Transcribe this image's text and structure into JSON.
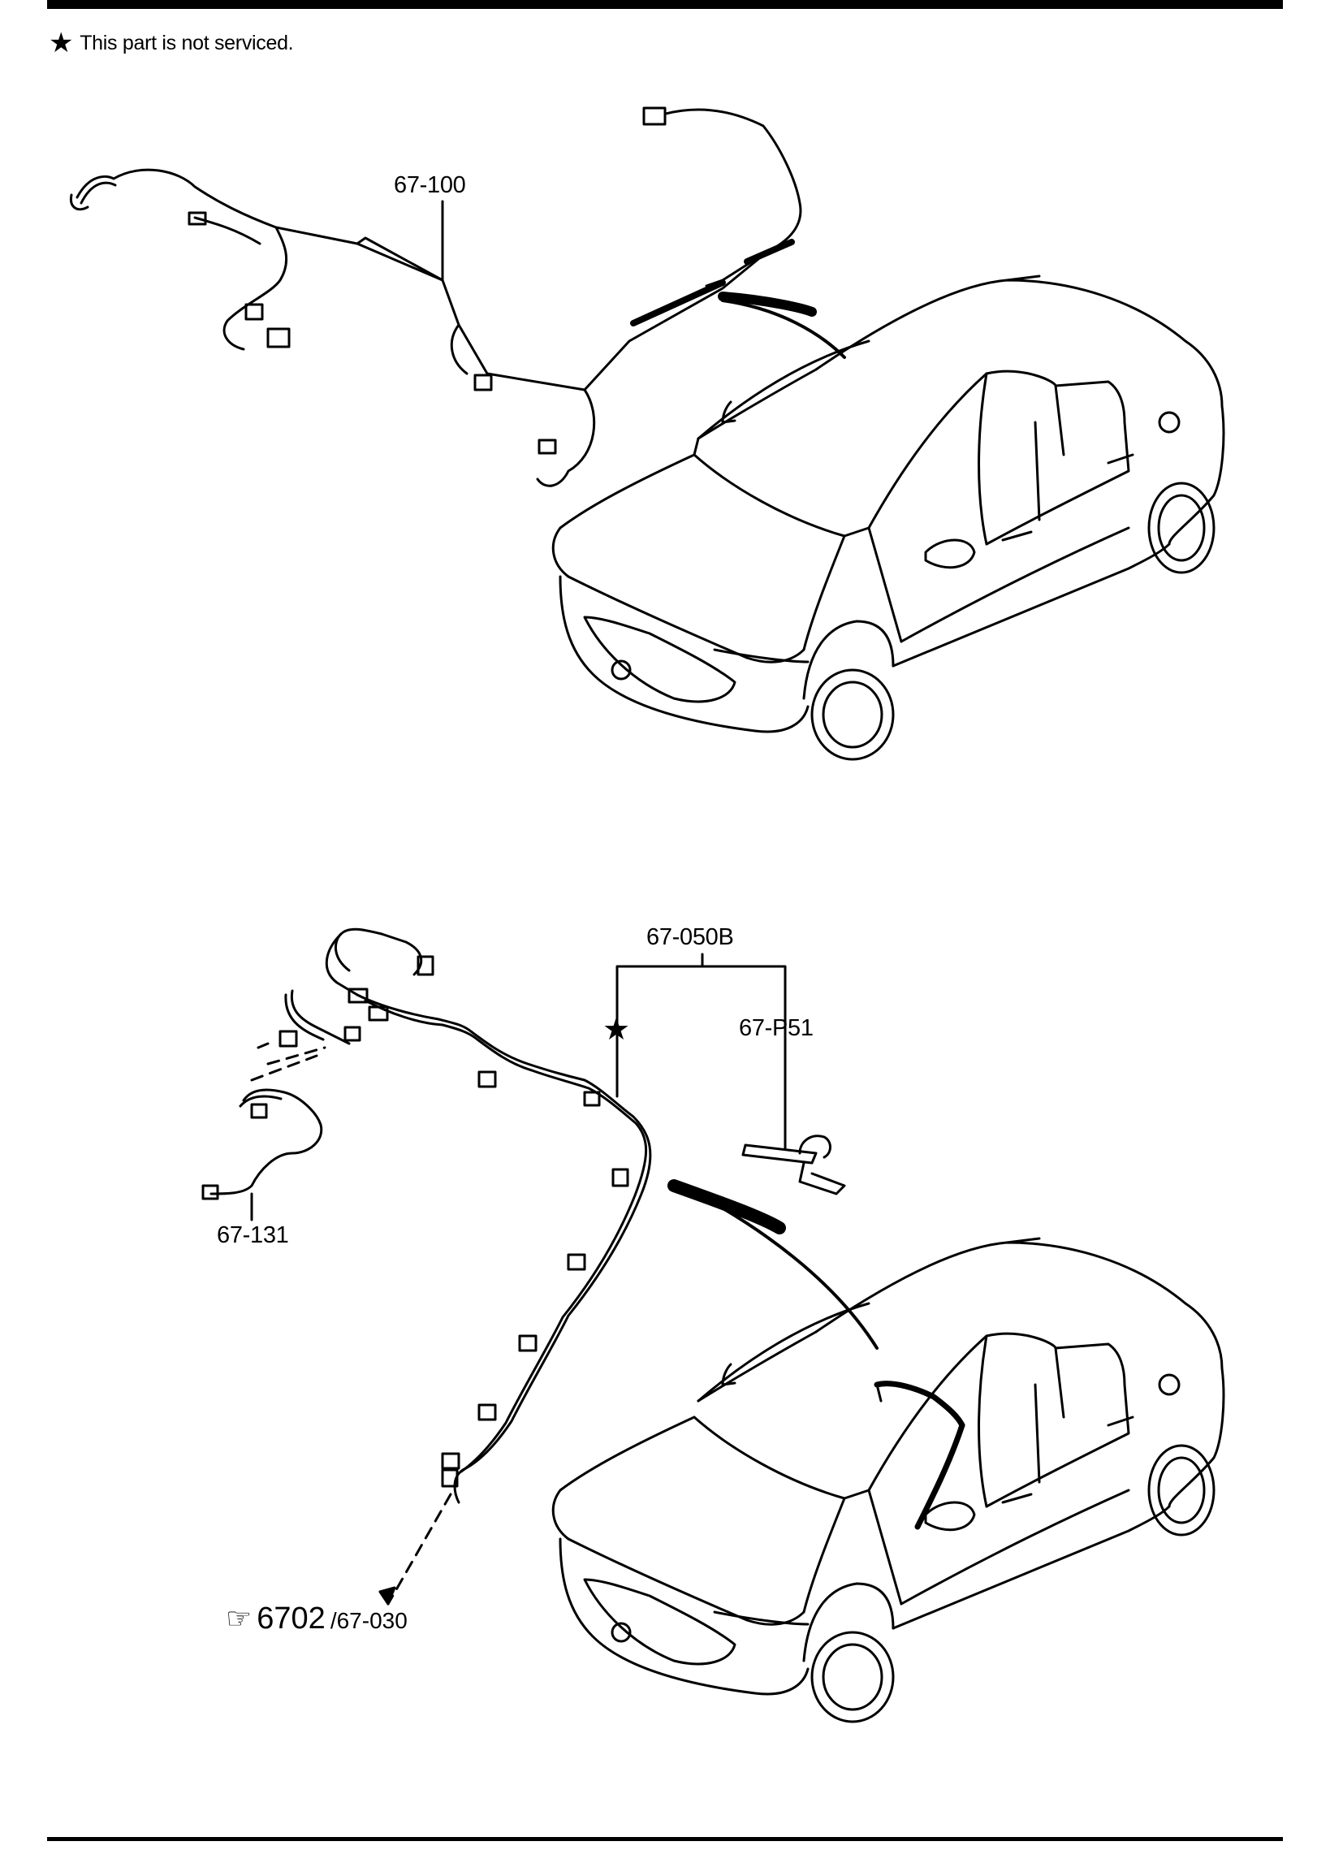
{
  "header": {
    "note_icon": "star-icon",
    "note_text": "This part is not serviced."
  },
  "callouts": {
    "top_harness": "67-100",
    "bracket_group": "67-050B",
    "bracket_sub": "67-P51",
    "left_harness": "67-131"
  },
  "reference": {
    "icon": "pointing-hand-icon",
    "section": "6702",
    "part": "/67-030"
  }
}
